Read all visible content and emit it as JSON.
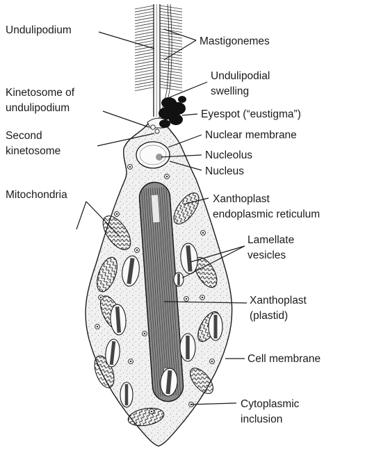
{
  "diagram": {
    "labels": {
      "undulipodium": "Undulipodium",
      "mastigonemes": "Mastigonemes",
      "undulipodial_swelling_1": "Undulipodial",
      "undulipodial_swelling_2": "swelling",
      "kinetosome_1": "Kinetosome of",
      "kinetosome_2": "undulipodium",
      "eyespot": "Eyespot (“eustigma”)",
      "second_kinetosome_1": "Second",
      "second_kinetosome_2": "kinetosome",
      "nuclear_membrane": "Nuclear membrane",
      "nucleolus": "Nucleolus",
      "nucleus": "Nucleus",
      "mitochondria": "Mitochondria",
      "xanthoplast_er_1": "Xanthoplast",
      "xanthoplast_er_2": "endoplasmic reticulum",
      "lamellate_1": "Lamellate",
      "lamellate_2": "vesicles",
      "xanthoplast_plastid_1": "Xanthoplast",
      "xanthoplast_plastid_2": "(plastid)",
      "cell_membrane": "Cell membrane",
      "cytoplasmic_1": "Cytoplasmic",
      "cytoplasmic_2": "inclusion"
    },
    "colors": {
      "ink": "#1a1a1a",
      "cell_fill": "#f1f1f1",
      "plastid_fill": "#7a7a7a",
      "eyespot_fill": "#111111"
    }
  }
}
